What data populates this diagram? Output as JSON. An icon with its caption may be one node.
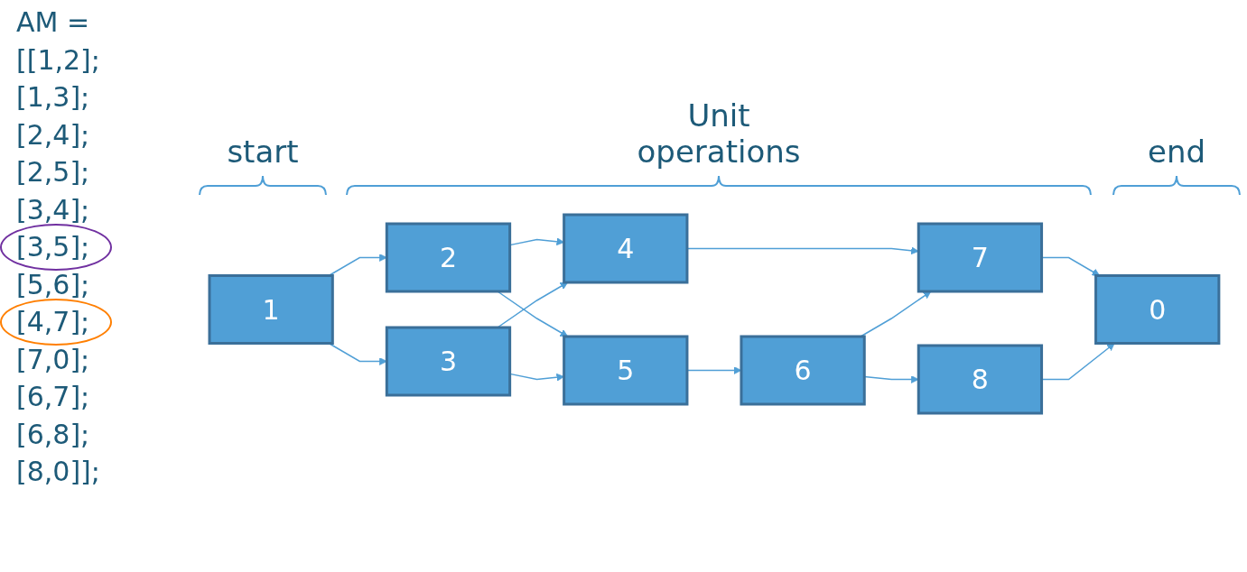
{
  "diagram": {
    "nodes": [
      {
        "text": [
          "1"
        ]
      },
      {
        "text": [
          "2"
        ]
      },
      {
        "text": [
          "3"
        ]
      },
      {
        "text": [
          "4"
        ]
      },
      {
        "text": [
          "5"
        ]
      },
      {
        "text": [
          "6"
        ]
      },
      {
        "text": [
          "7"
        ]
      },
      {
        "text": [
          "8"
        ]
      },
      {
        "text": [
          "0"
        ]
      }
    ],
    "edges": [
      {
        "from": 0,
        "to": 1,
        "arrow": "to"
      },
      {
        "from": 0,
        "to": 2,
        "arrow": "to"
      },
      {
        "from": 1,
        "to": 3,
        "arrow": "to"
      },
      {
        "from": 1,
        "to": 4,
        "arrow": "to"
      },
      {
        "from": 2,
        "to": 3,
        "arrow": "to"
      },
      {
        "from": 2,
        "to": 4,
        "arrow": "to"
      },
      {
        "from": 4,
        "to": 5,
        "arrow": "to"
      },
      {
        "from": 3,
        "to": 6,
        "arrow": "to"
      },
      {
        "from": 5,
        "to": 6,
        "arrow": "to"
      },
      {
        "from": 5,
        "to": 7,
        "arrow": "to"
      },
      {
        "from": 6,
        "to": 8,
        "arrow": "to"
      },
      {
        "from": 7,
        "to": 8,
        "arrow": "to"
      }
    ],
    "labels": [
      "AM =",
      "[[1,2];",
      "[1,3];",
      "[2,4];",
      "[2,5];",
      "[3,4];",
      "[3,5];",
      "[5,6];",
      "[4,7];",
      "[7,0];",
      "[6,7];",
      "[6,8];",
      "[8,0]];",
      "start",
      "Unit operations",
      "end"
    ]
  }
}
